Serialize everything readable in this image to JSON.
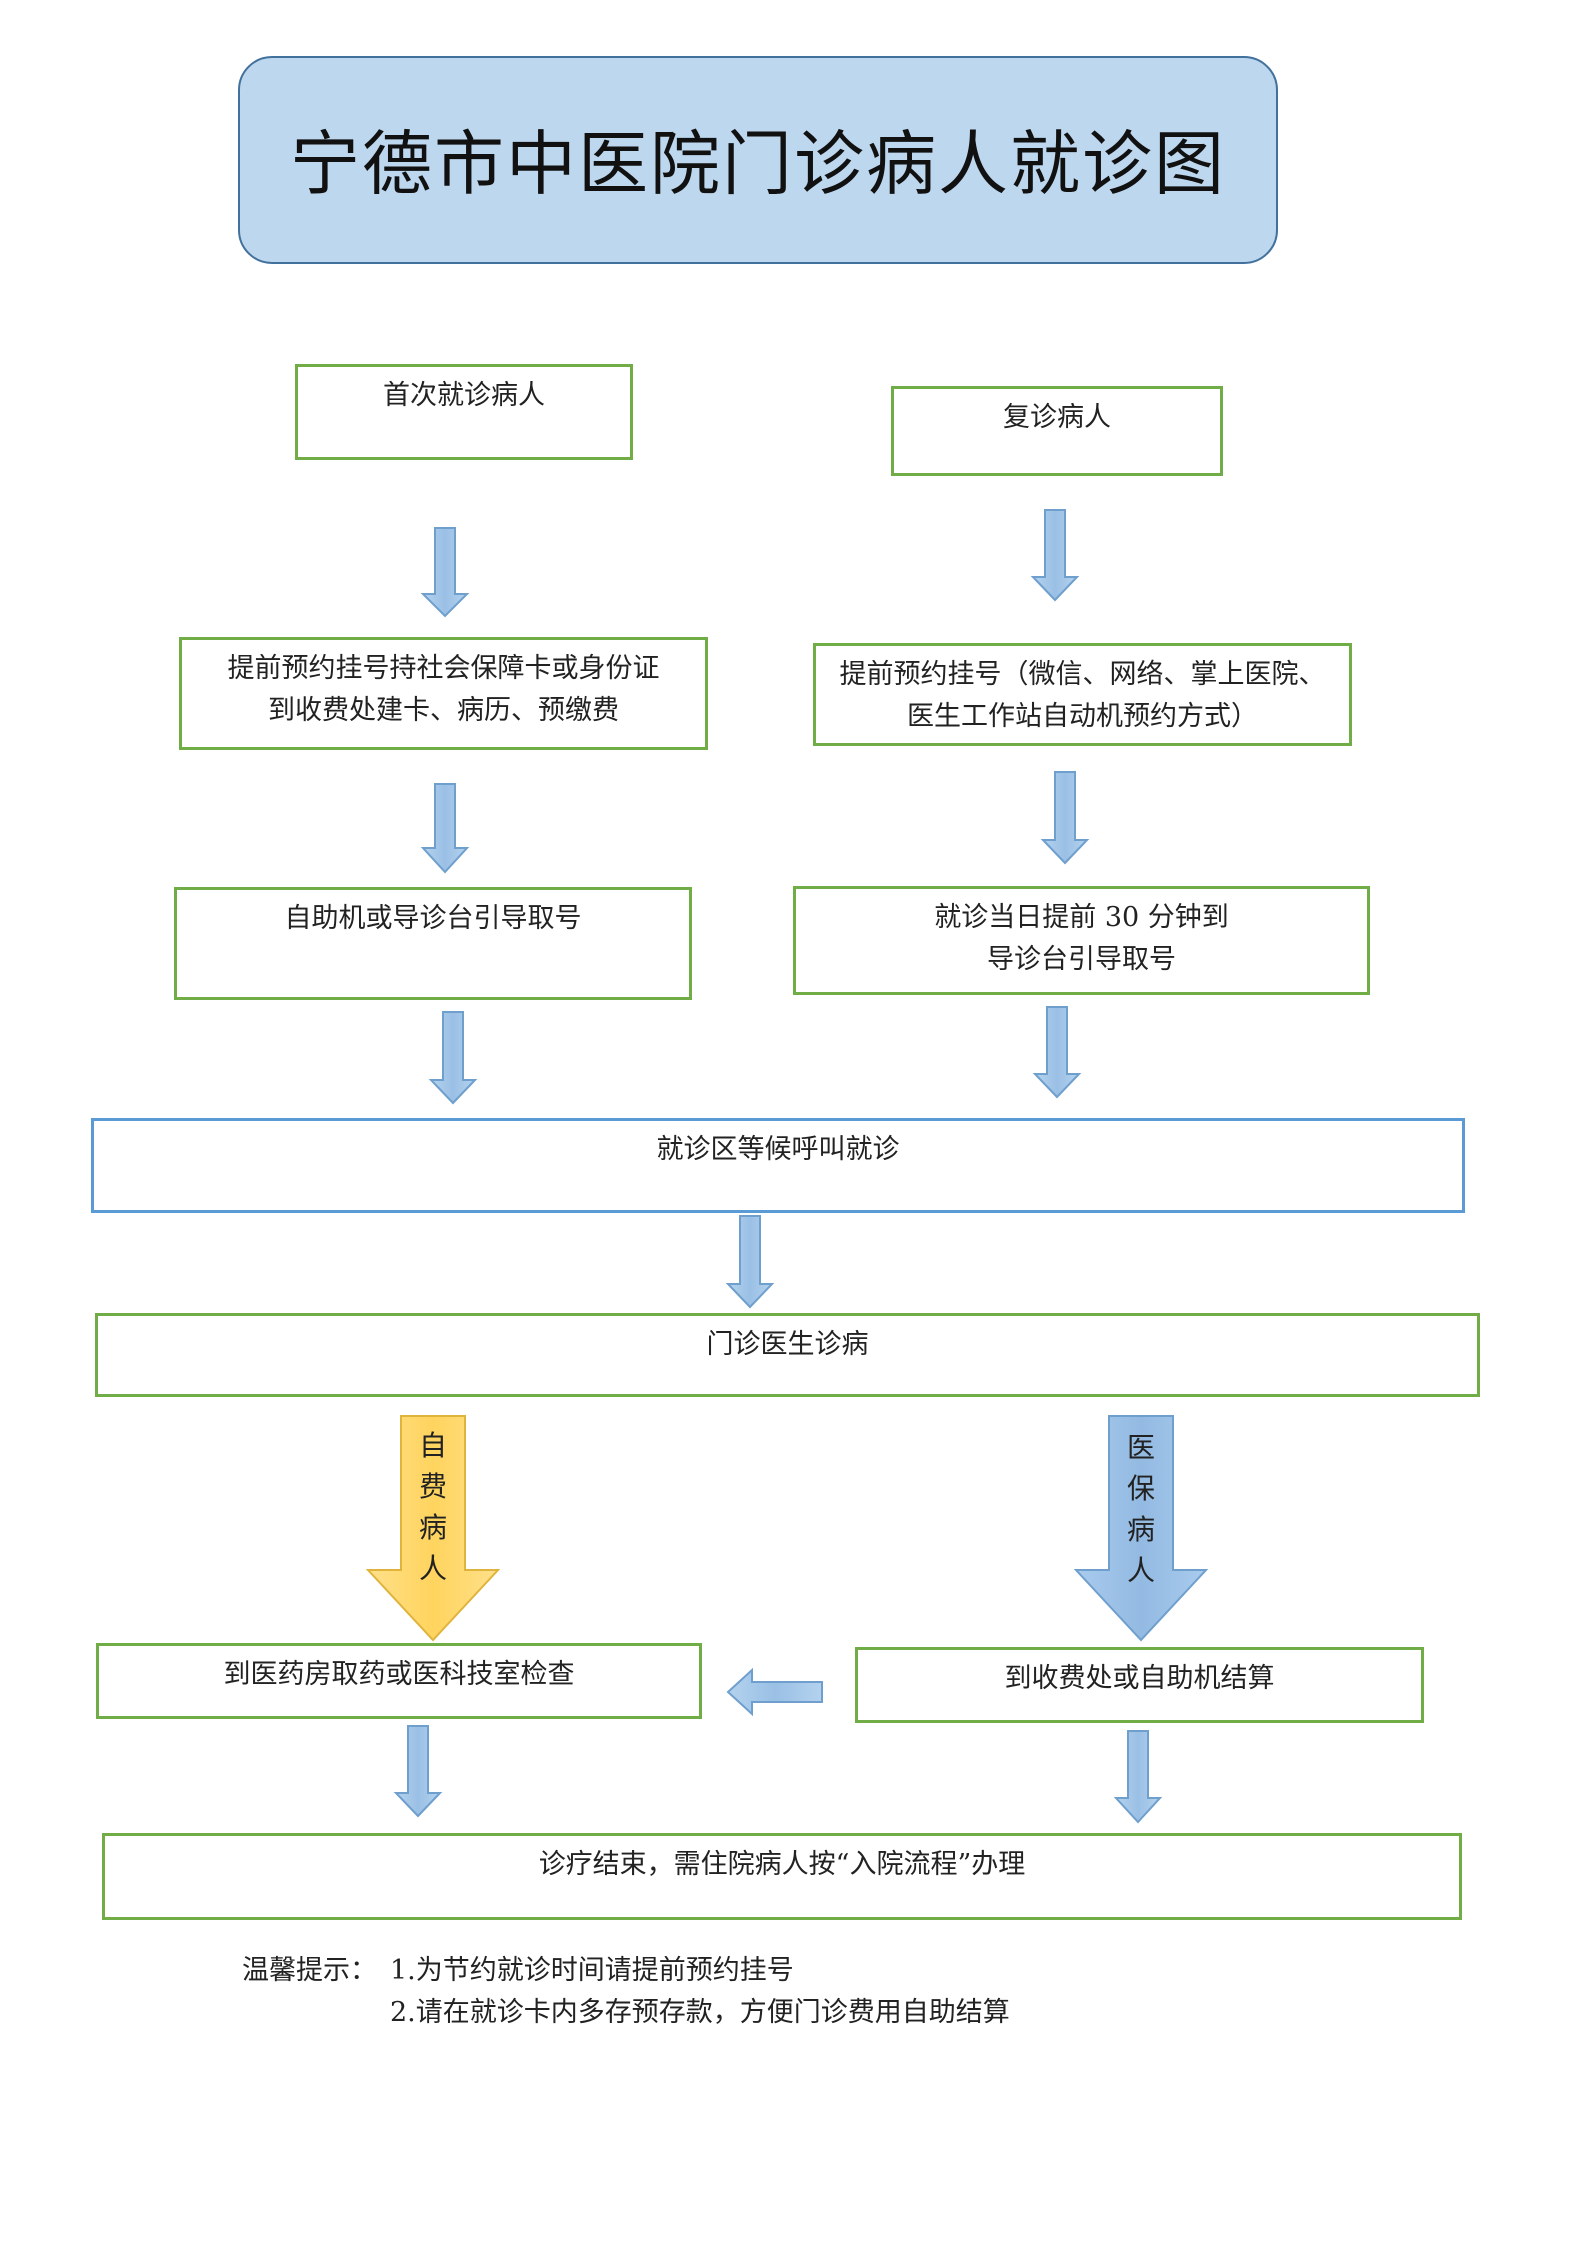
{
  "title": "宁德市中医院门诊病人就诊图",
  "boxes": {
    "first_visit": "首次就诊病人",
    "return_visit": "复诊病人",
    "first_register": [
      "提前预约挂号持社会保障卡或身份证",
      "到收费处建卡、病历、预缴费"
    ],
    "return_register": [
      "提前预约挂号（微信、网络、掌上医院、",
      "医生工作站自动机预约方式）"
    ],
    "first_take_number": "自助机或导诊台引导取号",
    "return_take_number": [
      "就诊当日提前 30 分钟到",
      "导诊台引导取号"
    ],
    "waiting_area": "就诊区等候呼叫就诊",
    "doctor": "门诊医生诊病",
    "pharmacy_check": "到医药房取药或医科技室检查",
    "settlement": "到收费处或自助机结算",
    "end": "诊疗结束，需住院病人按“入院流程”办理"
  },
  "branch_labels": {
    "self_pay": [
      "自",
      "费",
      "病",
      "人"
    ],
    "insurance": [
      "医",
      "保",
      "病",
      "人"
    ]
  },
  "tips": {
    "label": "温馨提示：",
    "items": [
      "1.为节约就诊时间请提前预约挂号",
      "2.请在就诊卡内多存预存款，方便门诊费用自助结算"
    ]
  },
  "colors": {
    "title_fill": "#bdd7ee",
    "title_border": "#41719c",
    "box_border_green": "#70ad47",
    "box_border_blue": "#5b9bd5",
    "arrow_blue": "#9dc3e6",
    "arrow_gold": "#ffd966"
  },
  "icons": {
    "flow_arrow": "down-arrow-icon",
    "return_arrow": "left-arrow-icon"
  }
}
